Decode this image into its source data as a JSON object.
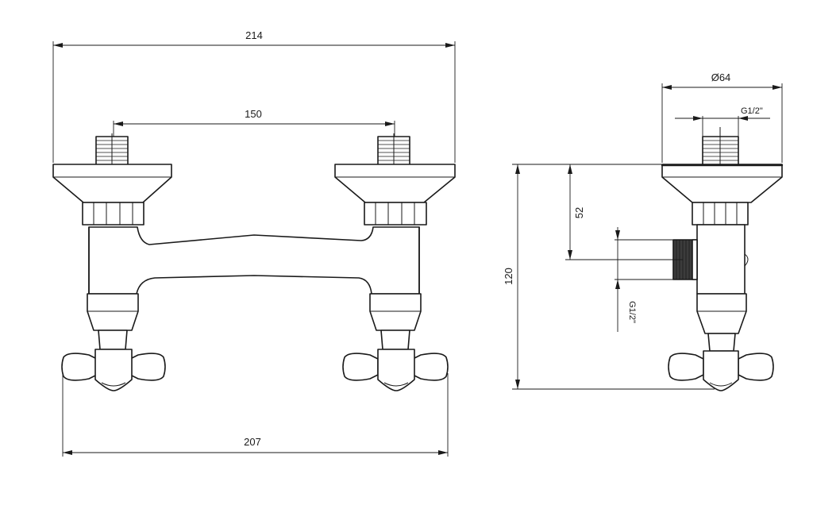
{
  "front_view": {
    "dim_overall_width": "214",
    "dim_inlet_spacing": "150",
    "dim_handle_span": "207"
  },
  "side_view": {
    "dim_diameter": "Ø64",
    "dim_thread_top": "G1/2\"",
    "dim_height": "120",
    "dim_outlet_offset": "52",
    "dim_thread_outlet": "G1/2\""
  }
}
